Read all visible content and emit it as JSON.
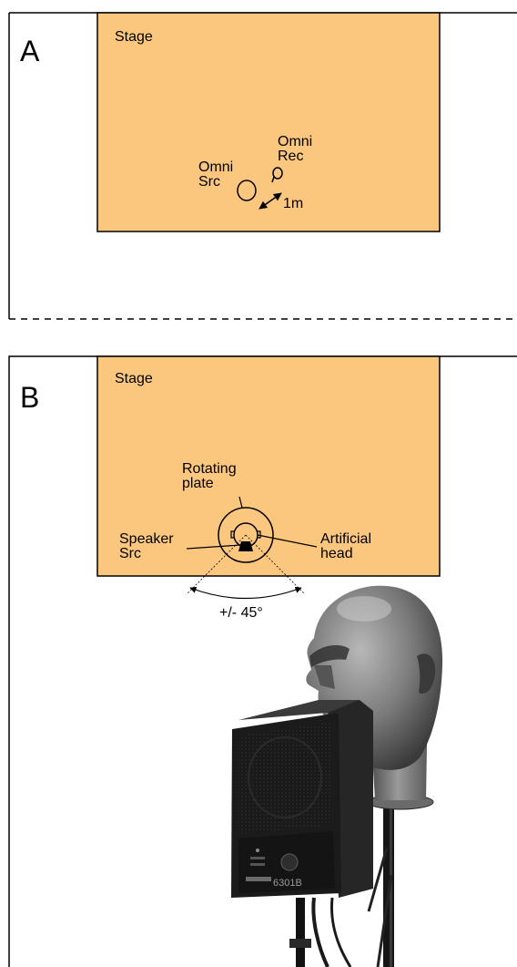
{
  "panel_a": {
    "letter": "A",
    "stage_label": "Stage",
    "src_label_1": "Omni",
    "src_label_2": "Src",
    "rec_label_1": "Omni",
    "rec_label_2": "Rec",
    "distance_label": "1m"
  },
  "panel_b": {
    "letter": "B",
    "stage_label": "Stage",
    "plate_label_1": "Rotating",
    "plate_label_2": "plate",
    "speaker_label_1": "Speaker",
    "speaker_label_2": "Src",
    "head_label_1": "Artificial",
    "head_label_2": "head",
    "angle_label": "+/- 45°",
    "speaker_brand_text": "6301B"
  },
  "colors": {
    "stage": "#fbc77f",
    "border": "#000000",
    "background": "#ffffff"
  }
}
